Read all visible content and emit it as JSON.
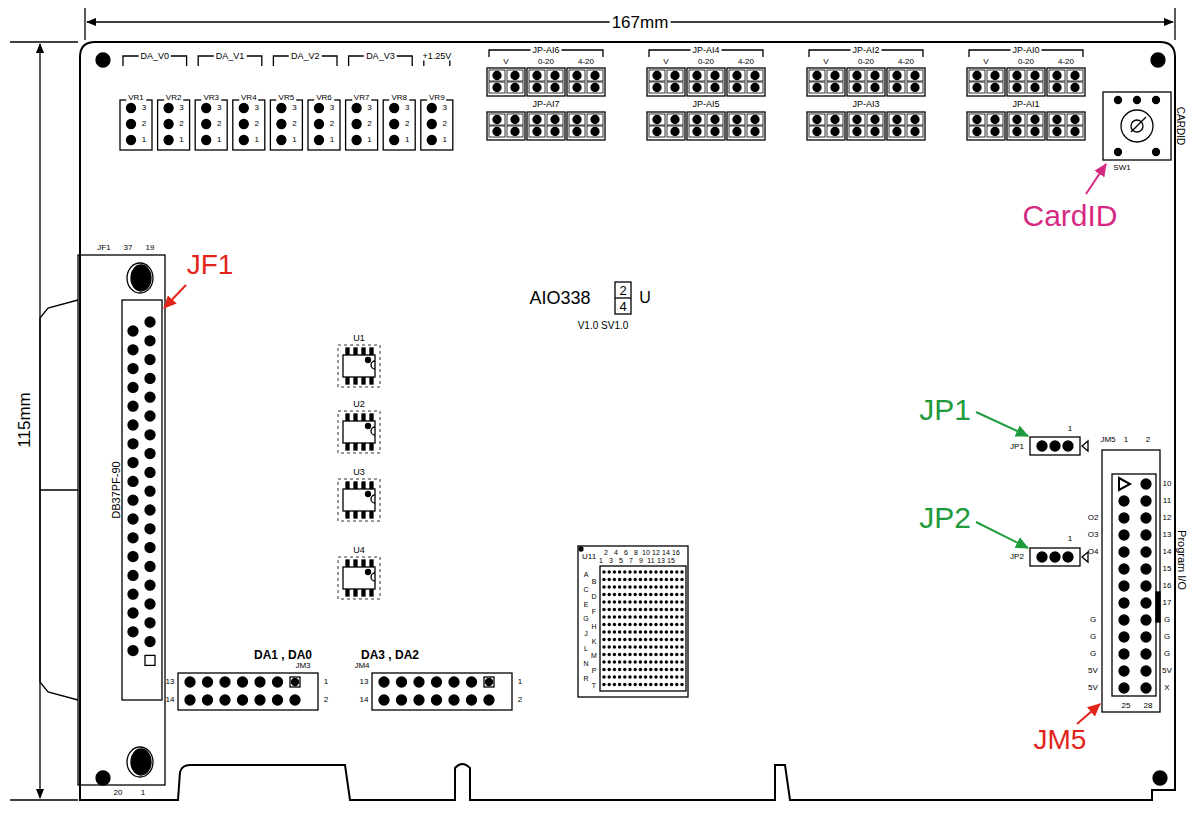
{
  "diagram": {
    "labels": [
      "167mm",
      "115mm",
      "DA_V0",
      "DA_V1",
      "DA_V2",
      "DA_V3",
      "+1.25V",
      "VR1",
      "VR2",
      "VR3",
      "VR4",
      "VR5",
      "VR6",
      "VR7",
      "VR8",
      "VR9",
      "3",
      "2",
      "1",
      "3",
      "2",
      "1",
      "3",
      "2",
      "1",
      "3",
      "2",
      "1",
      "3",
      "2",
      "1",
      "3",
      "2",
      "1",
      "3",
      "2",
      "1",
      "3",
      "2",
      "1",
      "3",
      "2",
      "1",
      "JP-AI6",
      "V",
      "0-20",
      "4-20",
      "JP-AI7",
      "JP-AI4",
      "V",
      "0-20",
      "4-20",
      "JP-AI5",
      "JP-AI2",
      "V",
      "0-20",
      "4-20",
      "JP-AI3",
      "JP-AI0",
      "V",
      "0-20",
      "4-20",
      "JP-AI1",
      "CARDID",
      "SW1",
      "CardID",
      "JF1",
      "37",
      "19",
      "DB37PF-90",
      "20",
      "1",
      "JF1",
      "U1",
      "U2",
      "U3",
      "U4",
      "AIO338",
      "2",
      "4",
      "U",
      "V1.0 SV1.0",
      "JP1",
      "1",
      "JP1",
      "JP2",
      "1",
      "JP2",
      "JM5",
      "1",
      "2",
      "10",
      "11",
      "12",
      "13",
      "14",
      "15",
      "16",
      "17",
      "G",
      "G",
      "G",
      "5V",
      "X",
      "O2",
      "O3",
      "O4",
      "G",
      "G",
      "G",
      "5V",
      "5V",
      "25",
      "28",
      "Program I/O",
      "JM5",
      "DA1 , DA0",
      "JM3",
      "13",
      "14",
      "1",
      "2",
      "DA3 , DA2",
      "JM4",
      "13",
      "14",
      "1",
      "2",
      "U11",
      "2",
      "4",
      "6",
      "8",
      "10",
      "12",
      "14",
      "16",
      "1",
      "3",
      "5",
      "7",
      "9",
      "11",
      "13",
      "15",
      "A",
      "B",
      "C",
      "D",
      "E",
      "F",
      "G",
      "H",
      "J",
      "K",
      "L",
      "M",
      "N",
      "P",
      "R",
      "T"
    ]
  }
}
